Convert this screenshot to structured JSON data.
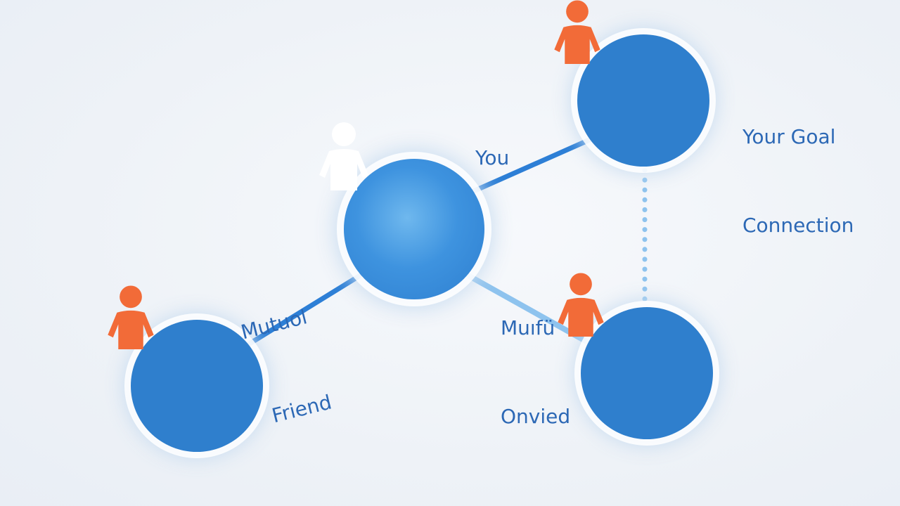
{
  "diagram": {
    "labels": {
      "you": "You",
      "goal_line1": "Your Goal",
      "goal_line2": "Connection",
      "mutual_friend_line1": "Mutuol",
      "mutual_friend_line2": "Friend",
      "mutual_right_line1": "Muıfü",
      "mutual_right_line2": "Onvied"
    },
    "colors": {
      "node_blue": "#2f7fcd",
      "center_blue": "#3e93df",
      "person_orange": "#f26b38",
      "person_white": "#ffffff",
      "text_blue": "#2c68b5",
      "line_blue": "#2d7fd6",
      "line_light": "#8ec3ee"
    },
    "icons": {
      "center": "person-icon",
      "goal": "person-icon",
      "friend": "person-icon",
      "mutual": "person-icon"
    },
    "edges": [
      {
        "from": "you",
        "to": "goal",
        "style": "solid"
      },
      {
        "from": "you",
        "to": "friend",
        "style": "solid"
      },
      {
        "from": "you",
        "to": "mutual",
        "style": "solid-light"
      },
      {
        "from": "goal",
        "to": "mutual",
        "style": "dotted"
      }
    ]
  }
}
